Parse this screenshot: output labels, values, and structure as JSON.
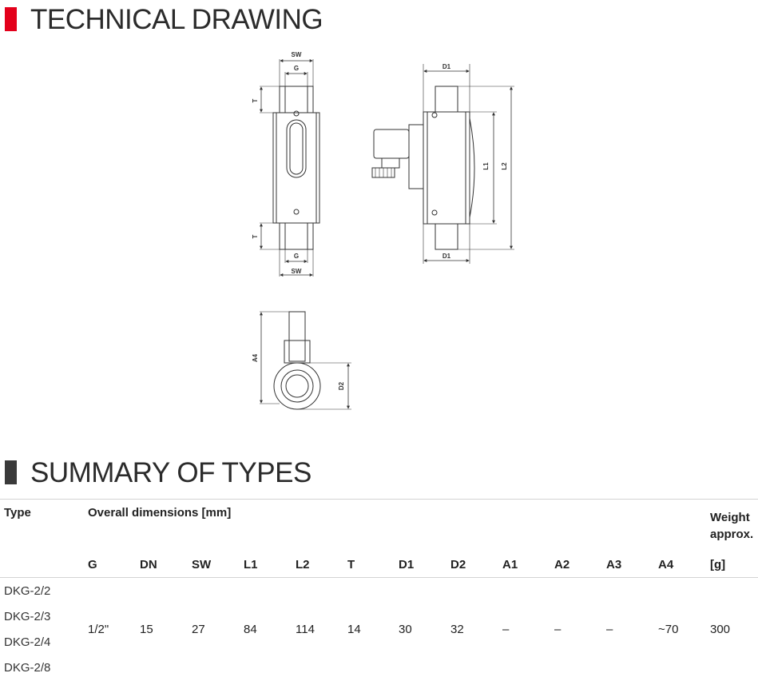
{
  "sections": {
    "drawing_title": "TECHNICAL DRAWING",
    "summary_title": "SUMMARY OF TYPES"
  },
  "colors": {
    "accent_red": "#e3001b",
    "accent_dark": "#3a3a3a",
    "line": "#333333"
  },
  "drawing_labels": {
    "sw": "SW",
    "g": "G",
    "t": "T",
    "d1": "D1",
    "d2": "D2",
    "l1": "L1",
    "l2": "L2",
    "a4": "A4"
  },
  "table": {
    "type_header": "Type",
    "dimensions_header": "Overall dimensions [mm]",
    "weight_header_line1": "Weight",
    "weight_header_line2": "approx.",
    "columns": [
      "G",
      "DN",
      "SW",
      "L1",
      "L2",
      "T",
      "D1",
      "D2",
      "A1",
      "A2",
      "A3",
      "A4",
      "[g]"
    ],
    "types": [
      "DKG-2/2",
      "DKG-2/3",
      "DKG-2/4",
      "DKG-2/8"
    ],
    "values": [
      "1/2\"",
      "15",
      "27",
      "84",
      "114",
      "14",
      "30",
      "32",
      "–",
      "–",
      "–",
      "~70",
      "300"
    ]
  }
}
